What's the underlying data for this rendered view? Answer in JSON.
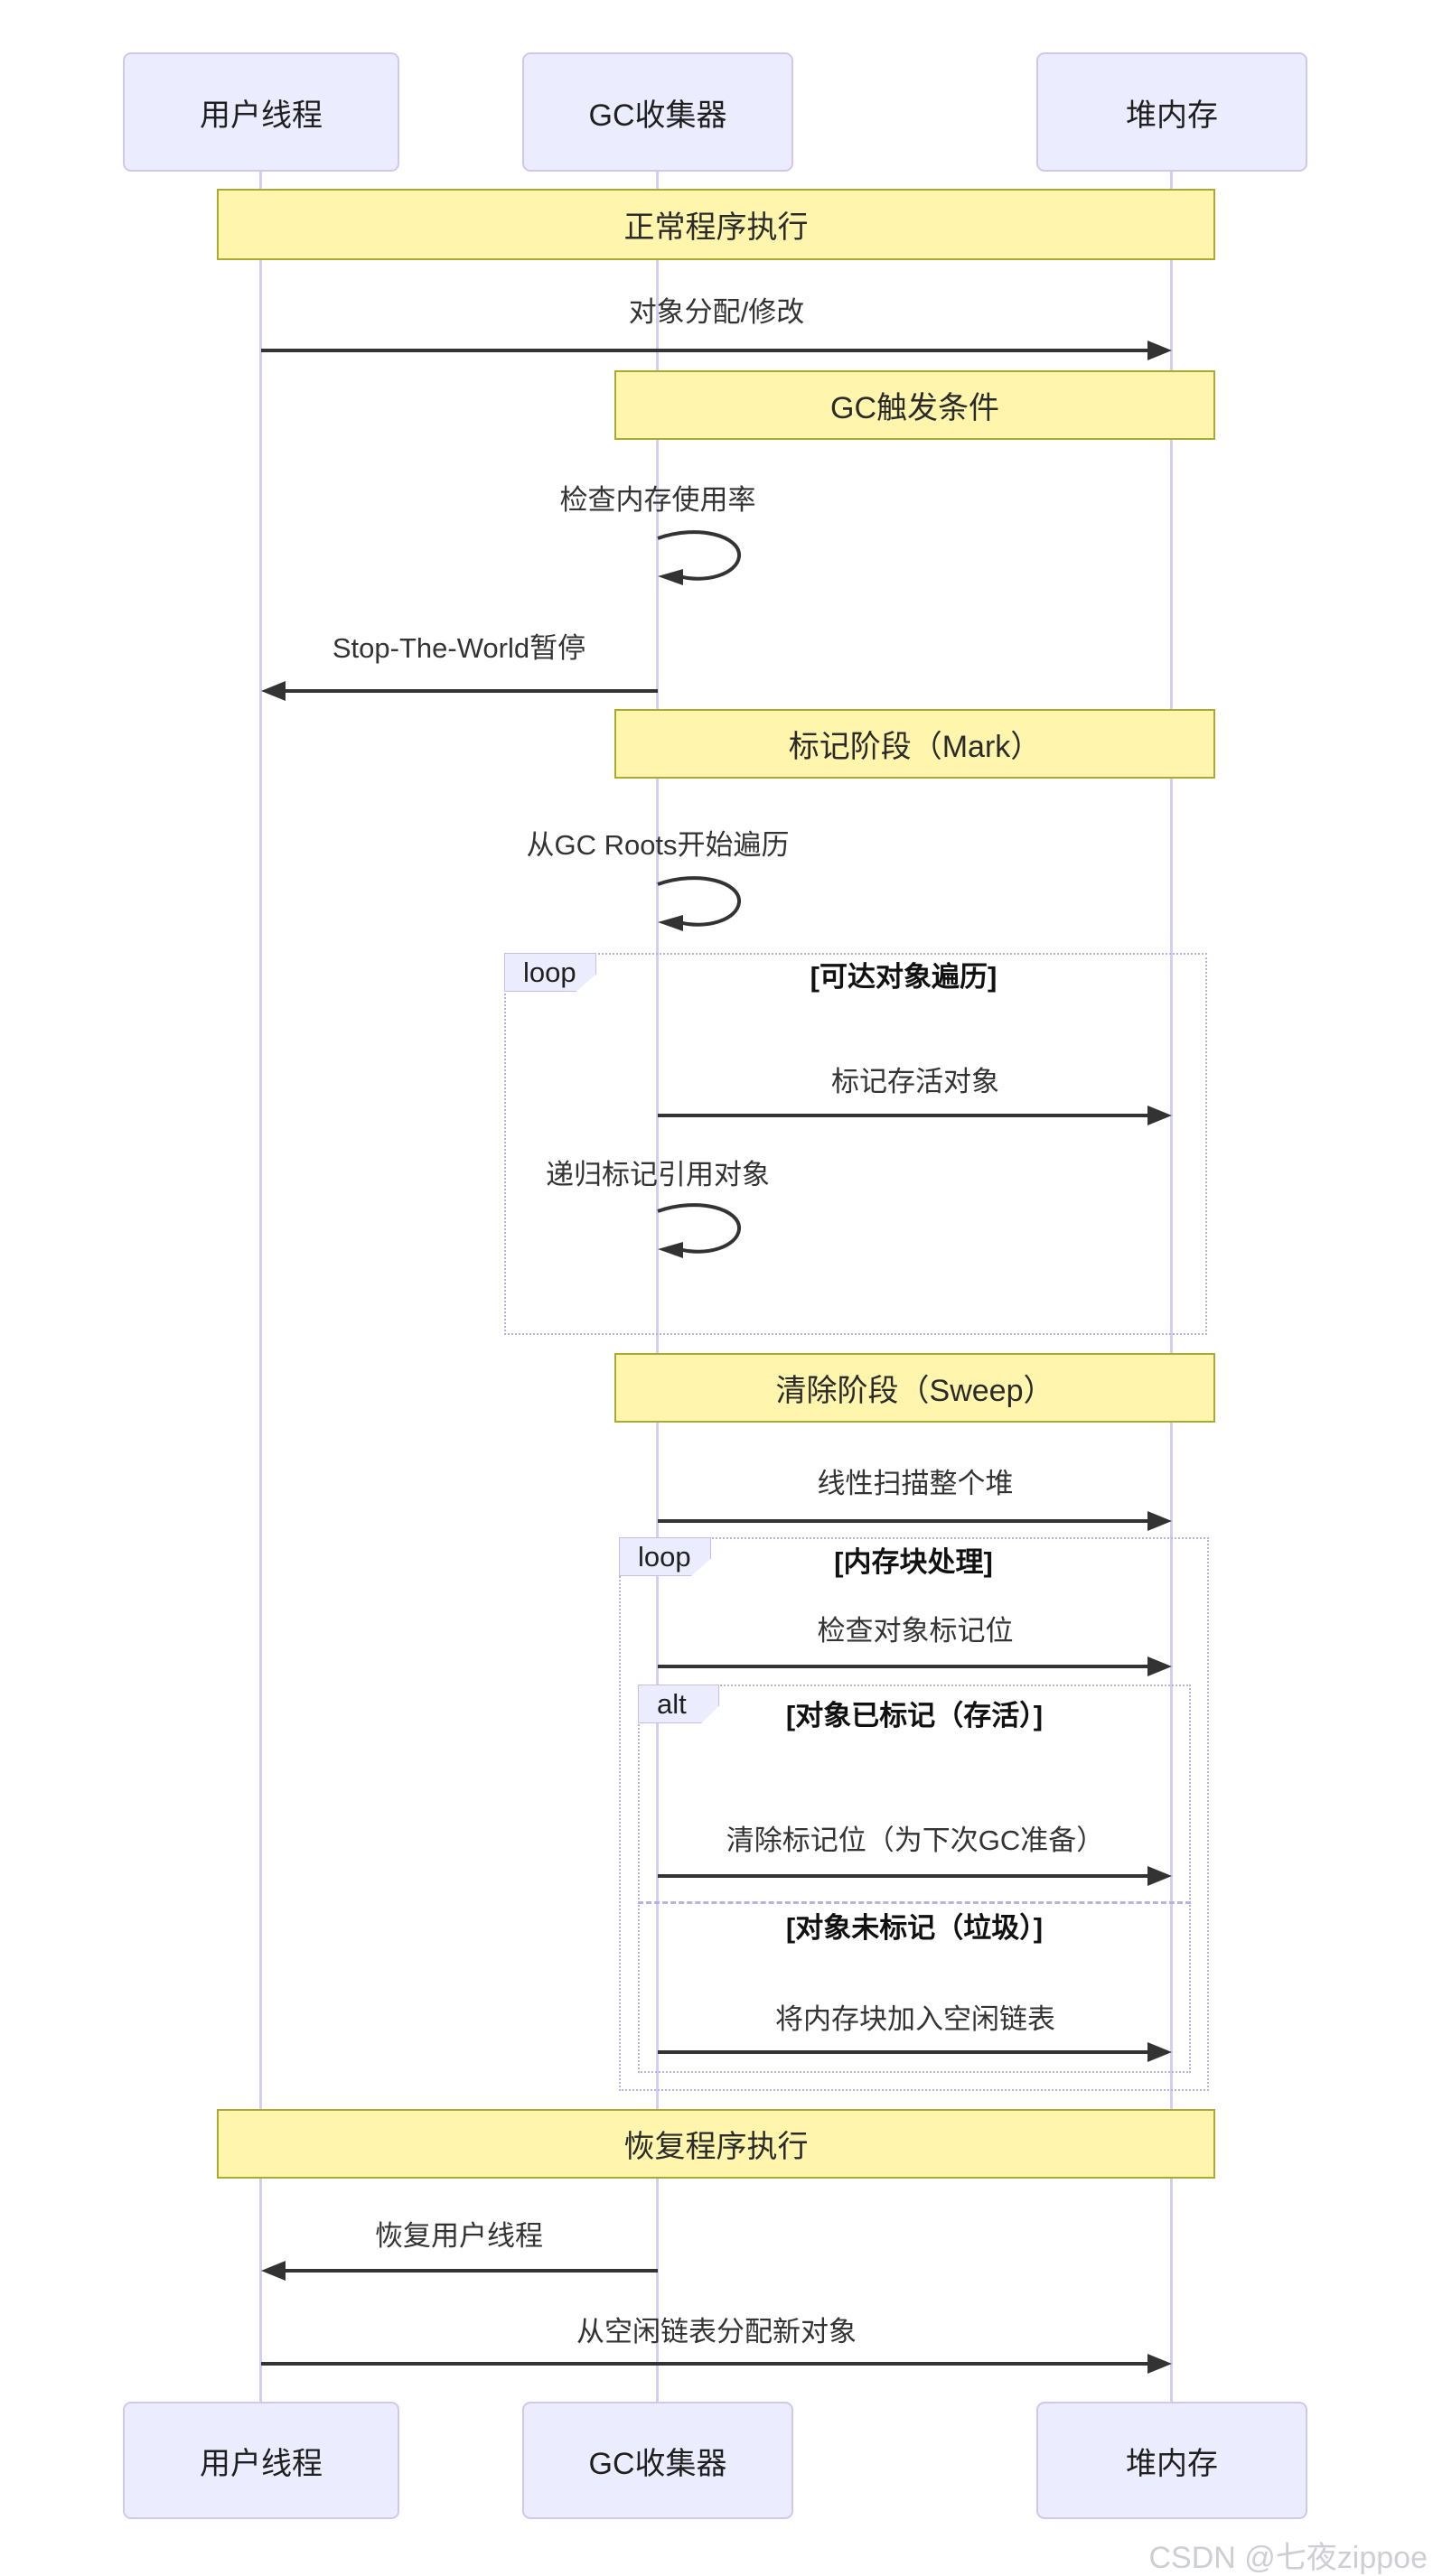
{
  "actors": [
    {
      "label": "用户线程"
    },
    {
      "label": "GC收集器"
    },
    {
      "label": "堆内存"
    }
  ],
  "notes": [
    {
      "text": "正常程序执行",
      "over": "用户线程,堆内存"
    },
    {
      "text": "GC触发条件",
      "over": "GC收集器,堆内存"
    },
    {
      "text": "标记阶段（Mark）",
      "over": "GC收集器,堆内存"
    },
    {
      "text": "清除阶段（Sweep）",
      "over": "GC收集器,堆内存"
    },
    {
      "text": "恢复程序执行",
      "over": "用户线程,堆内存"
    }
  ],
  "messages": [
    {
      "text": "对象分配/修改",
      "from": "用户线程",
      "to": "堆内存",
      "kind": "arrow-right"
    },
    {
      "text": "检查内存使用率",
      "from": "GC收集器",
      "to": "GC收集器",
      "kind": "self"
    },
    {
      "text": "Stop-The-World暂停",
      "from": "GC收集器",
      "to": "用户线程",
      "kind": "arrow-left"
    },
    {
      "text": "从GC Roots开始遍历",
      "from": "GC收集器",
      "to": "GC收集器",
      "kind": "self"
    },
    {
      "text": "标记存活对象",
      "from": "GC收集器",
      "to": "堆内存",
      "kind": "arrow-right"
    },
    {
      "text": "递归标记引用对象",
      "from": "GC收集器",
      "to": "GC收集器",
      "kind": "self"
    },
    {
      "text": "线性扫描整个堆",
      "from": "GC收集器",
      "to": "堆内存",
      "kind": "arrow-right"
    },
    {
      "text": "检查对象标记位",
      "from": "GC收集器",
      "to": "堆内存",
      "kind": "arrow-right"
    },
    {
      "text": "清除标记位（为下次GC准备）",
      "from": "GC收集器",
      "to": "堆内存",
      "kind": "arrow-right"
    },
    {
      "text": "将内存块加入空闲链表",
      "from": "GC收集器",
      "to": "堆内存",
      "kind": "arrow-right"
    },
    {
      "text": "恢复用户线程",
      "from": "GC收集器",
      "to": "用户线程",
      "kind": "arrow-left"
    },
    {
      "text": "从空闲链表分配新对象",
      "from": "用户线程",
      "to": "堆内存",
      "kind": "arrow-right"
    }
  ],
  "frames": [
    {
      "label": "loop",
      "guard": "[可达对象遍历]"
    },
    {
      "label": "loop",
      "guard": "[内存块处理]"
    },
    {
      "label": "alt",
      "guard": "[对象已标记（存活）]",
      "guard_else": "[对象未标记（垃圾）]"
    }
  ],
  "colors": {
    "actor_fill": "#ececff",
    "actor_border": "#cfc8ec",
    "note_fill": "#fff5ad",
    "note_border": "#aaaa33",
    "frame_border": "#b9b1e2",
    "lifeline": "#d6cdf2",
    "arrow": "#333333"
  },
  "watermark": "CSDN @七夜zippoe"
}
